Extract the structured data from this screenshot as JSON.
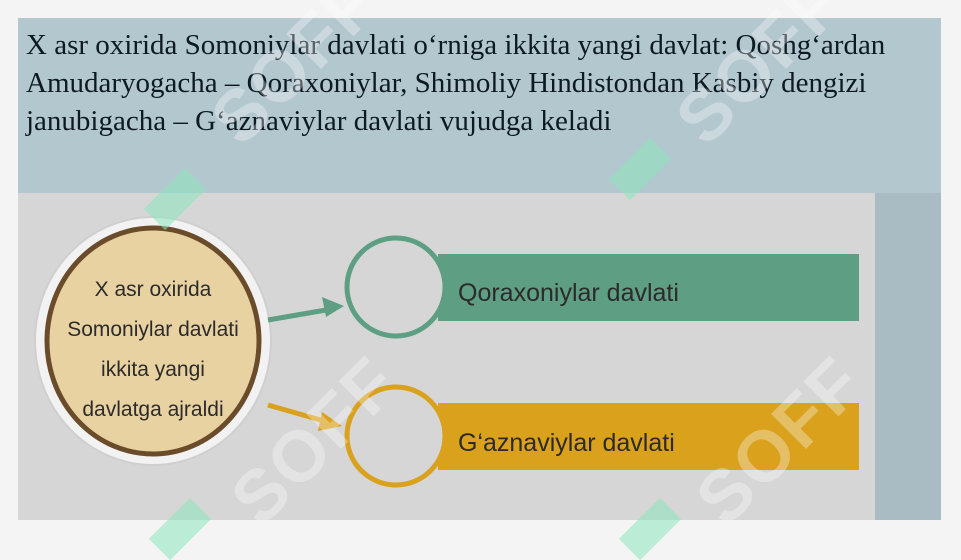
{
  "slide": {
    "text": "X asr oxirida Somoniylar davlati o‘rniga ikkita yangi davlat: Qoshg‘ardan Amudaryogacha – Qoraxoniylar, Shimoliy Hindistondan Kasbiy dengizi janubigacha – G‘aznaviylar davlati vujudga keladi"
  },
  "diagram": {
    "center_lines": [
      "X asr oxirida",
      "Somoniylar davlati",
      "ikkita yangi",
      "davlatga ajraldi"
    ],
    "branches": [
      {
        "label": "Qoraxoniylar davlati",
        "color": "#5e9e83"
      },
      {
        "label": "G‘aznaviylar davlati",
        "color": "#d9a11c"
      }
    ],
    "center_border_color": "#6b4c2a",
    "center_fill_color": "#e8d2a2"
  },
  "watermark": {
    "text": "SOFF"
  }
}
